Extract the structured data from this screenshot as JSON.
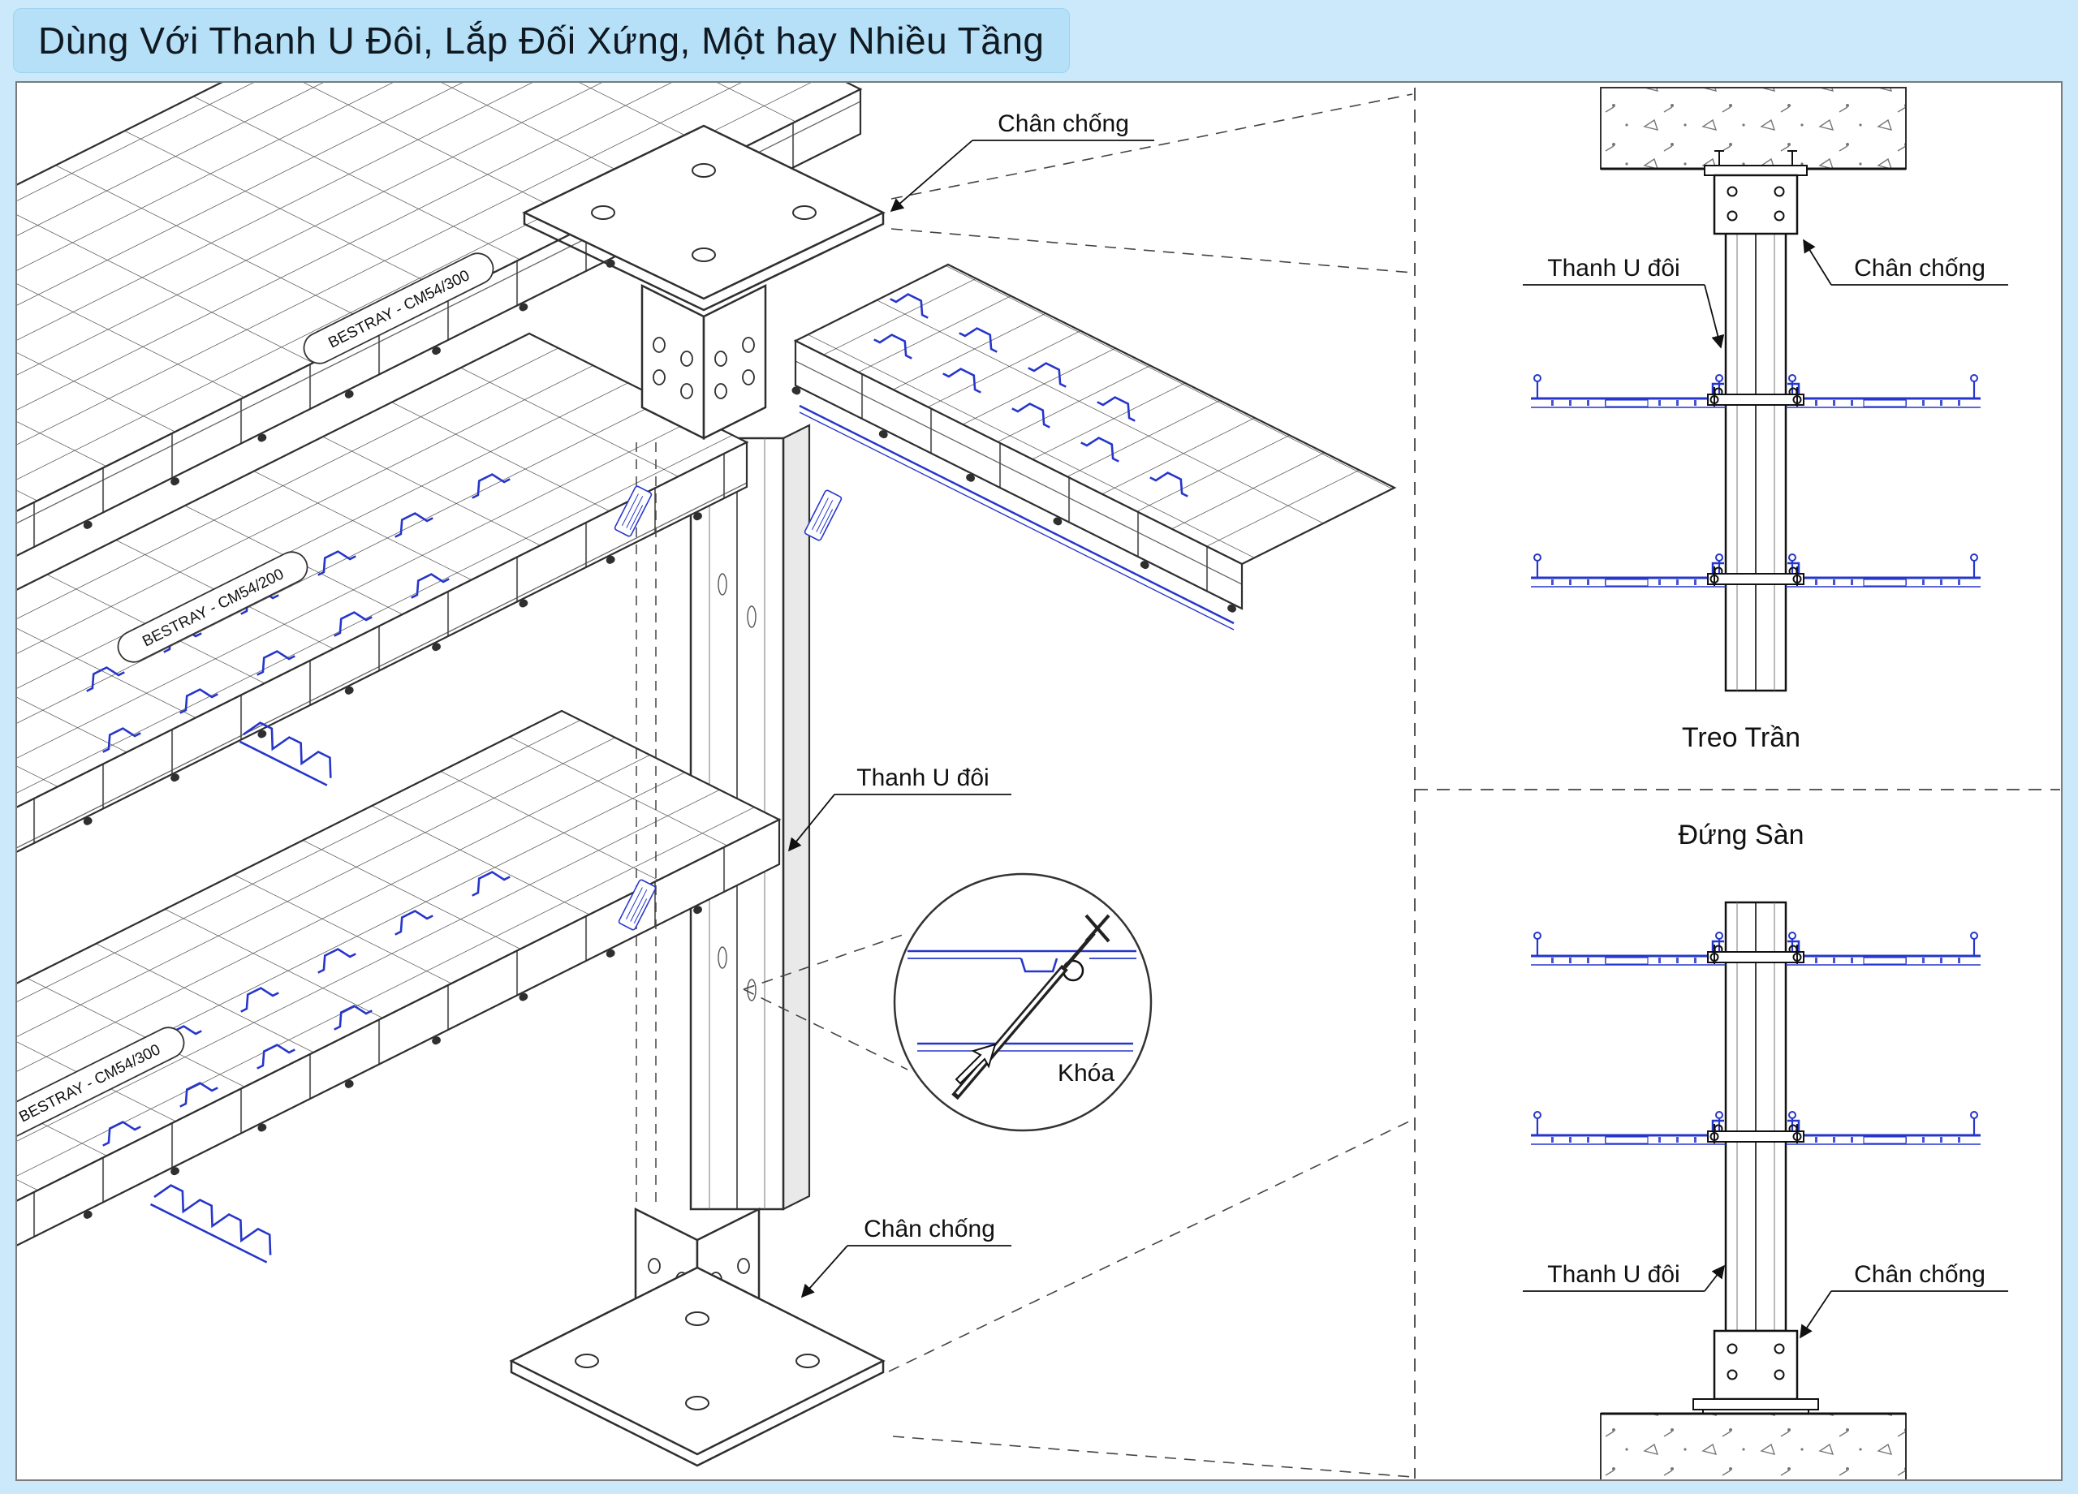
{
  "title": "Dùng Với Thanh U Đôi, Lắp Đối Xứng, Một hay Nhiều Tầng",
  "colors": {
    "page_background": "#cbe9fb",
    "banner_background": "#b5e0f8",
    "drawing_background": "#ffffff",
    "line_color": "#2f2f2f",
    "cad_blue": "#2636cb"
  },
  "main_view": {
    "labels": {
      "top_support": "Chân chống",
      "channel": "Thanh U đôi",
      "lock": "Khóa",
      "bottom_support": "Chân chống"
    },
    "tags": [
      "BESTRAY - CM54/300",
      "BESTRAY - CM54/200",
      "BESTRAY - CM54/300"
    ]
  },
  "detail_views": {
    "ceiling": {
      "caption": "Treo Trần",
      "label_channel": "Thanh U đôi",
      "label_support": "Chân chống"
    },
    "floor": {
      "caption": "Đứng Sàn",
      "label_channel": "Thanh U đôi",
      "label_support": "Chân chống"
    }
  }
}
